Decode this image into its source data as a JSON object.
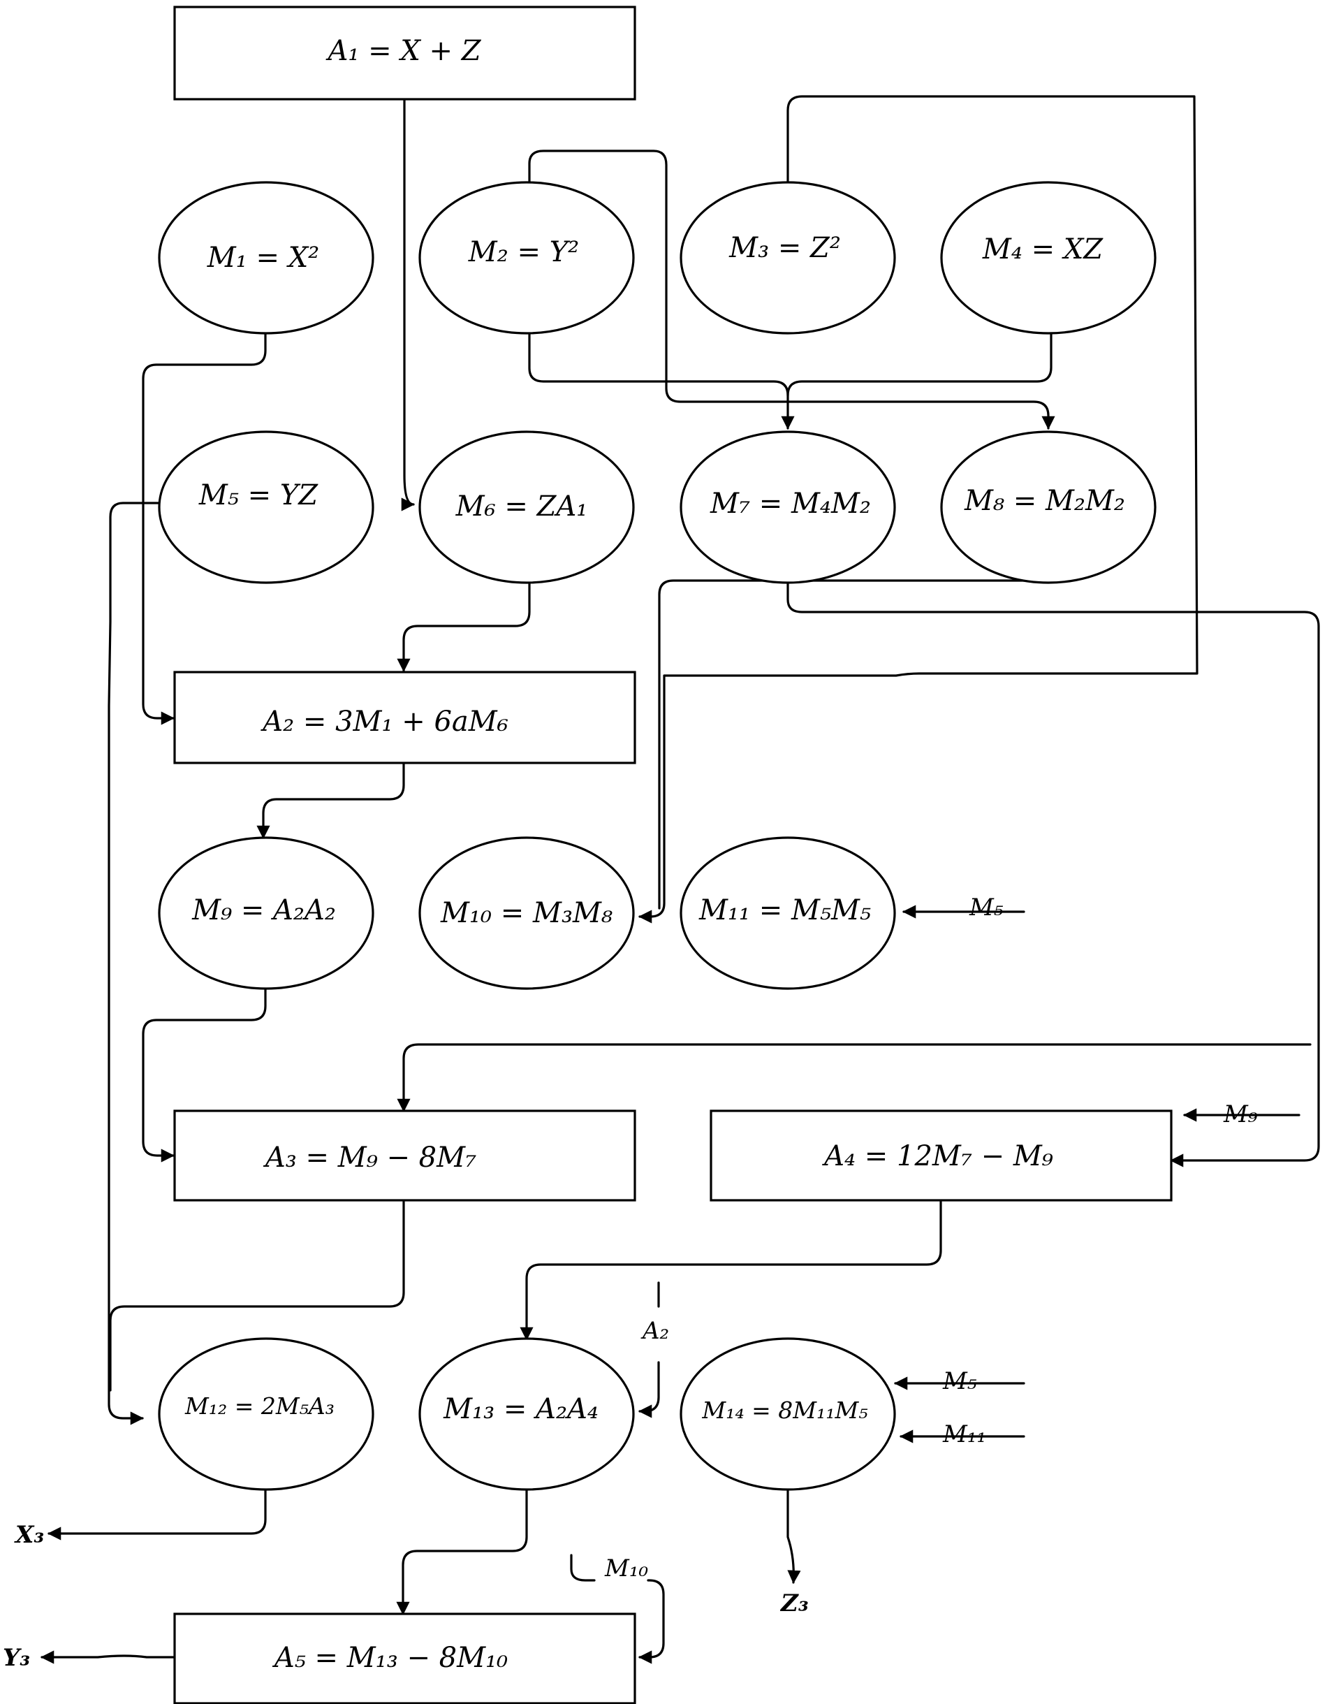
{
  "nodes": {
    "A1": "A₁ = X + Z",
    "M1": "M₁ =  X²",
    "M2": "M₂ = Y²",
    "M3": "M₃ =  Z²",
    "M4": "M₄ = XZ",
    "M5": "M₅ = YZ",
    "M6": "M₆ = ZA₁",
    "M7": "M₇ = M₄M₂",
    "M8": "M₈ = M₂M₂",
    "A2": "A₂ = 3M₁ +  6aM₆",
    "M9": "M₉ = A₂A₂",
    "M10": "M₁₀ = M₃M₈",
    "M11": "M₁₁ = M₅M₅",
    "A3": "A₃ = M₉ −  8M₇",
    "A4": "A₄ = 12M₇ −  M₉",
    "M12": "M₁₂ = 2M₅A₃",
    "M13": "M₁₃ = A₂A₄",
    "M14": "M₁₄ = 8M₁₁M₅",
    "A5": "A₅ = M₁₃ −  8M₁₀"
  },
  "side_labels": {
    "m5_into_m11": "M₅",
    "m9_into_a4": "M₉",
    "a2_into_m13": "A₂",
    "m5_into_m14": "M₅",
    "m11_into_m14": "M₁₁",
    "m10_into_a5": "M₁₀"
  },
  "outputs": {
    "x3": "X₃",
    "y3": "Y₃",
    "z3": "Z₃"
  }
}
